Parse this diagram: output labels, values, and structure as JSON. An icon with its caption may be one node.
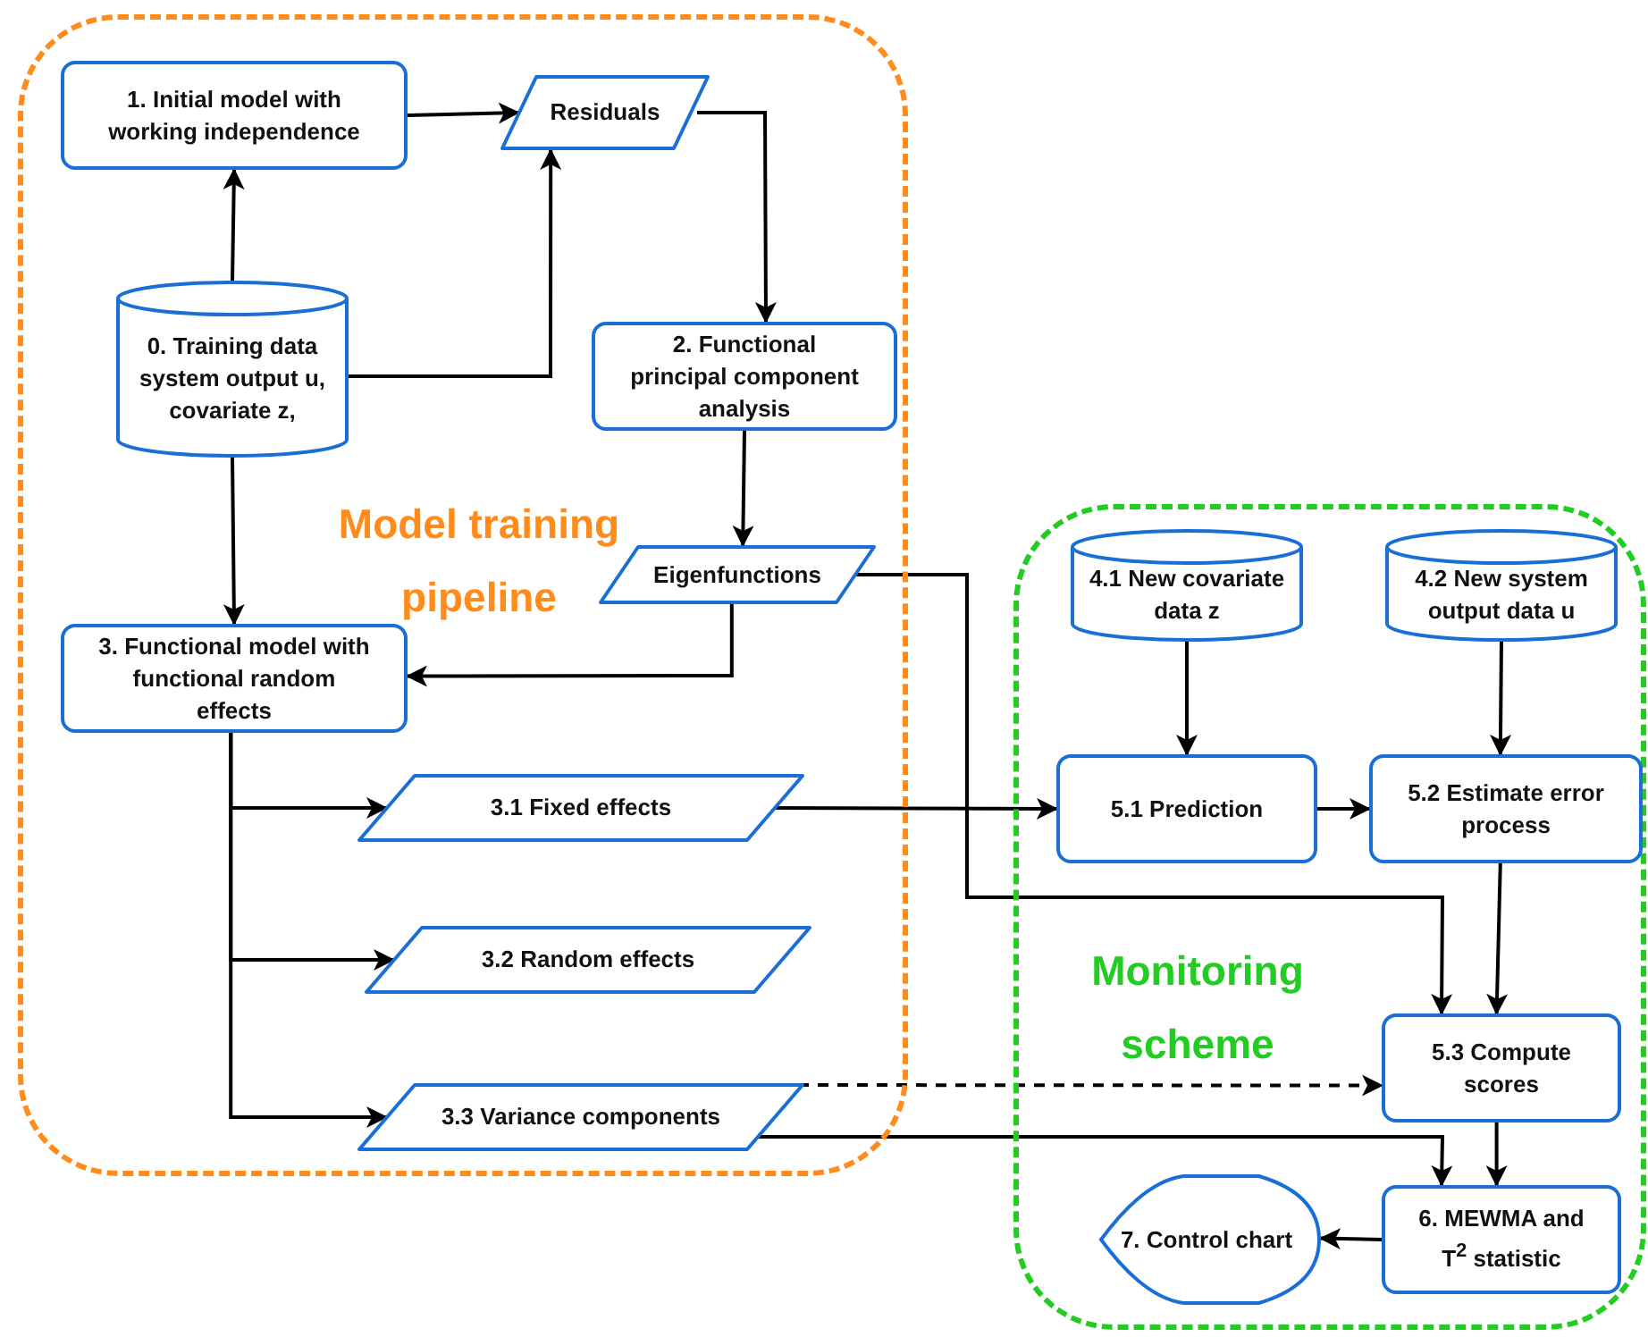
{
  "diagram": {
    "nodes": [
      {
        "text": [
          "Model training pipeline"
        ]
      },
      {
        "text": [
          "1. Initial model with working independence"
        ],
        "in": 0
      },
      {
        "text": [
          "Residuals"
        ],
        "in": 0
      },
      {
        "text": [
          "0. Training data system output u, covariate z,"
        ],
        "in": 0
      },
      {
        "text": [
          "2. Functional principal component analysis"
        ],
        "in": 0
      },
      {
        "text": [
          "Eigenfunctions"
        ],
        "in": 0
      },
      {
        "text": [
          "3. Functional model with functional random effects"
        ],
        "in": 0
      },
      {
        "text": [
          "3.1 Fixed effects"
        ],
        "in": 0
      },
      {
        "text": [
          "3.2 Random effects"
        ],
        "in": 0
      },
      {
        "text": [
          "3.3 Variance components"
        ],
        "in": 0
      },
      {
        "text": [
          "Monitoring scheme"
        ]
      },
      {
        "text": [
          "4.1 New covariate data z"
        ],
        "in": 10
      },
      {
        "text": [
          "4.2 New system output data u"
        ],
        "in": 10
      },
      {
        "text": [
          "5.1 Prediction"
        ],
        "in": 10
      },
      {
        "text": [
          "5.2 Estimate error process"
        ],
        "in": 10
      },
      {
        "text": [
          "5.3 Compute scores"
        ],
        "in": 10
      },
      {
        "text": [
          "6. MEWMA and T$^{2}$ statistic"
        ],
        "in": 10
      },
      {
        "text": [
          "7. Control chart"
        ],
        "in": 10
      }
    ],
    "edges": [
      {
        "from": 3,
        "to": 1,
        "arrow": "to"
      },
      {
        "from": 1,
        "to": 2,
        "arrow": "to"
      },
      {
        "from": 3,
        "to": 2,
        "arrow": "to"
      },
      {
        "from": 2,
        "to": 4,
        "arrow": "to"
      },
      {
        "from": 4,
        "to": 5,
        "arrow": "to"
      },
      {
        "from": 5,
        "to": 6,
        "arrow": "to"
      },
      {
        "from": 3,
        "to": 6,
        "arrow": "to"
      },
      {
        "from": 6,
        "to": 7,
        "arrow": "to"
      },
      {
        "from": 6,
        "to": 8,
        "arrow": "to"
      },
      {
        "from": 6,
        "to": 9,
        "arrow": "to"
      },
      {
        "from": 7,
        "to": 13,
        "arrow": "to"
      },
      {
        "from": 5,
        "to": 15,
        "arrow": "to"
      },
      {
        "from": 11,
        "to": 13,
        "arrow": "to"
      },
      {
        "from": 12,
        "to": 14,
        "arrow": "to"
      },
      {
        "from": 13,
        "to": 14,
        "arrow": "to"
      },
      {
        "from": 14,
        "to": 15,
        "arrow": "to"
      },
      {
        "from": 9,
        "to": 15,
        "arrow": "to",
        "style": "dashed"
      },
      {
        "from": 9,
        "to": 16,
        "arrow": "to"
      },
      {
        "from": 15,
        "to": 16,
        "arrow": "to"
      },
      {
        "from": 16,
        "to": 17,
        "arrow": "to"
      }
    ]
  }
}
